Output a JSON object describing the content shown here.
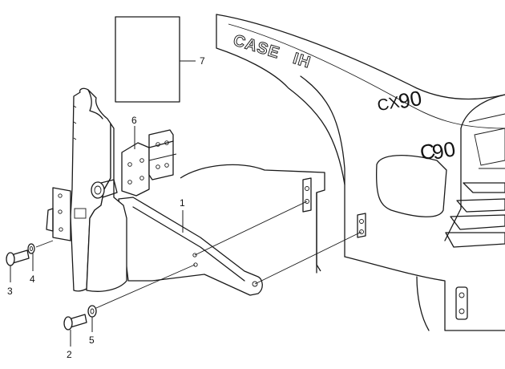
{
  "callouts": {
    "c1": "1",
    "c2": "2",
    "c3": "3",
    "c4": "4",
    "c5": "5",
    "c6": "6",
    "c7": "7"
  },
  "hood": {
    "brand": "CASE",
    "brand_mark": "IH",
    "model_cx": "CX",
    "model_cx_num": "90",
    "model_c_prefix": "C",
    "model_c_num": "90"
  }
}
